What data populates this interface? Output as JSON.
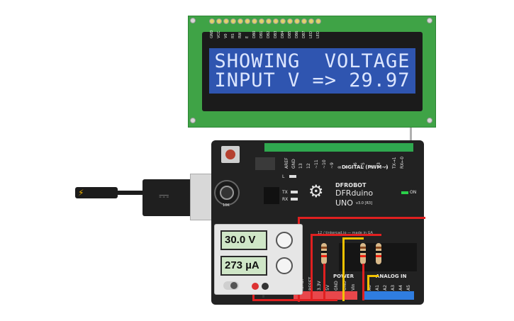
{
  "lcd": {
    "line1": "SHOWING  VOLTAGE",
    "line2": "INPUT V => 29.97",
    "pin_labels": [
      "GND",
      "VCC",
      "V0",
      "RS",
      "RW",
      "E",
      "DB0",
      "DB1",
      "DB2",
      "DB3",
      "DB4",
      "DB5",
      "DB6",
      "DB7",
      "LED",
      "LED"
    ]
  },
  "board": {
    "brand": "DFROBOT",
    "name": "DFRduino",
    "model": "UNO",
    "version": "v3.0 [R3]",
    "digital_label": "DIGITAL (PWM~)",
    "power_label": "POWER",
    "analog_label": "ANALOG IN",
    "on_label": "ON",
    "l_label": "L",
    "tx_label": "TX",
    "rx_label": "RX",
    "aref_label": "AREF",
    "gnd_label": "GND",
    "digital_pins": [
      "13",
      "12",
      "~11",
      "~10",
      "~9",
      "8",
      "7",
      "~6",
      "~5",
      "4",
      "~3",
      "2",
      "TX→1",
      "RX←0"
    ],
    "analog_pins": [
      "A0",
      "A1",
      "A2",
      "A3",
      "A4",
      "A5"
    ],
    "power_pins": [
      "IOREF",
      "RESET",
      "3.3V",
      "5V",
      "GND",
      "GND",
      "Vin"
    ],
    "silk_text": "12 / tinkercad.io — made in GA"
  },
  "potentiometer": {
    "label": "10K"
  },
  "power_supply": {
    "voltage": "30.0 V",
    "current": "273 µA"
  },
  "colors": {
    "lcd_board": "#3fa346",
    "lcd_screen": "#2f55b0",
    "board": "#222222",
    "wire_red": "#e02020",
    "wire_yellow": "#f2c200",
    "wire_gray": "#b0b0b0"
  }
}
